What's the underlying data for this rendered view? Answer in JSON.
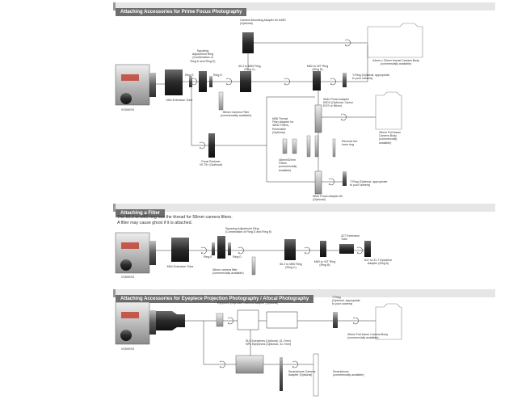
{
  "sections": [
    {
      "title": "Attaching Accessories for Prime Focus Photography"
    },
    {
      "title": "Attaching a Filter"
    },
    {
      "title": "Attaching Accessories for Eyepiece Projection Photography / Afocal Photography"
    }
  ],
  "prime": {
    "scope": "VSD90SS",
    "ring_e": "Ring E",
    "ring_d": "Ring D",
    "m64_tube": "M64 Extension Tube",
    "squaring_ring": "Squaring\nAdjustment Ring\n(Combination of\nRing D and Ring E)",
    "camera_mount_adapter": "Camera Mounting Adapter for 645D\n(Optional)",
    "m60_ring": "60.2 to M60 Ring\n(Ring C)",
    "m60_m42_ring": "M60 to 42T Ring\n(Ring B)",
    "camera_44x33": "44mm x 33mm format Camera Body\n(commercially available)",
    "t_ring_1": "T-Ring (Optional, appropriate\nto your camera)",
    "wide_adapter_60dx": "Wide Photo Adapter\n60DX (Optional, Canon\nEOS or Nikon)",
    "camera_ff": "35mm Full-frame\nCamera Body\n(commercially\navailable)",
    "m56_filter_adapter": "M56 Thread\nFilter Adapter for\n48/52 Filters,\nReversible\n(Optional)",
    "filter_58mm": "58mm Camera Filter\n(commercially available)",
    "filters_48_52": "48mm/52mm\nFilters\n(commercially\navailable)",
    "remove_inner": "Remove the\ninner ring",
    "focal_reducer": "Focal Reducer\nV0.79× (Optional)",
    "t_ring_2": "T-Ring (Optional, appropriate\nto your camera)",
    "wide_adapter_60": "Wide Photo Adapter 60\n(Optional)"
  },
  "filter": {
    "note_line1": "The 60.2 to M60 ring has the thread for 58mm camera filters.",
    "note_line2": "A filter may cause ghost if it is attached.",
    "scope": "VSD90SS",
    "m64_tube": "M64 Extension Tube",
    "squaring_ring": "Squaring Adjustment Ring\n(Combination of Ring D and Ring E)",
    "ring_e": "Ring E",
    "ring_d": "Ring D",
    "filter_58mm": "58mm camera filter\n(commercially available)",
    "m60_ring": "60.2 to M60 Ring\n(Ring C)",
    "m60_m42_ring": "M60 to 42T Ring\n(Ring B)",
    "ext_tube_42t": "42T Extension\nTube",
    "adapter_ring_a": "A37 to 31.7 Eyepiece\nAdapter (Ring A)"
  },
  "eyepiece": {
    "scope": "VSD90SS",
    "ep_adapter": "Eyepiece projection Camera Adapter (Optional)",
    "t_ring": "T-Ring\n(Optional, appropriate\nto your camera)",
    "camera_ff": "35mm Full-frame Camera Body\n(commercially available)",
    "eyepieces": "SLV Eyepieces (Optional, 31.7mm)\nNPL Eyepieces (Optional, 31.7mm)",
    "smartphone_adapter": "Smartphone Camera\nAdapter (Optional)",
    "smartphone": "Smartphone\n(commercially available)"
  }
}
